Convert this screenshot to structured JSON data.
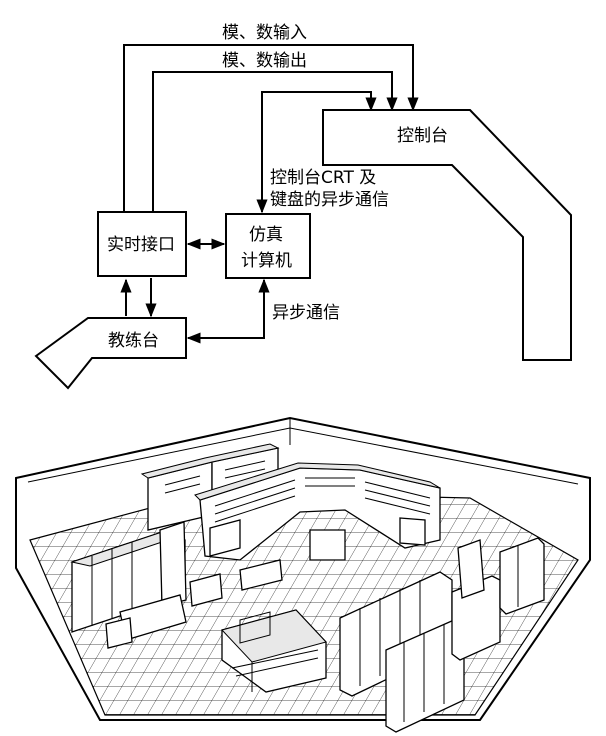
{
  "block_diagram": {
    "label_analog_digital_input": "模、数输入",
    "label_analog_digital_output": "模、数输出",
    "console": "控制台",
    "label_crt_keyboard_line1": "控制台CRT 及",
    "label_crt_keyboard_line2": "键盘的异步通信",
    "realtime_interface": "实时接口",
    "sim_computer_line1": "仿真",
    "sim_computer_line2": "计算机",
    "label_async_comm": "异步通信",
    "instructor_station": "教练台"
  }
}
